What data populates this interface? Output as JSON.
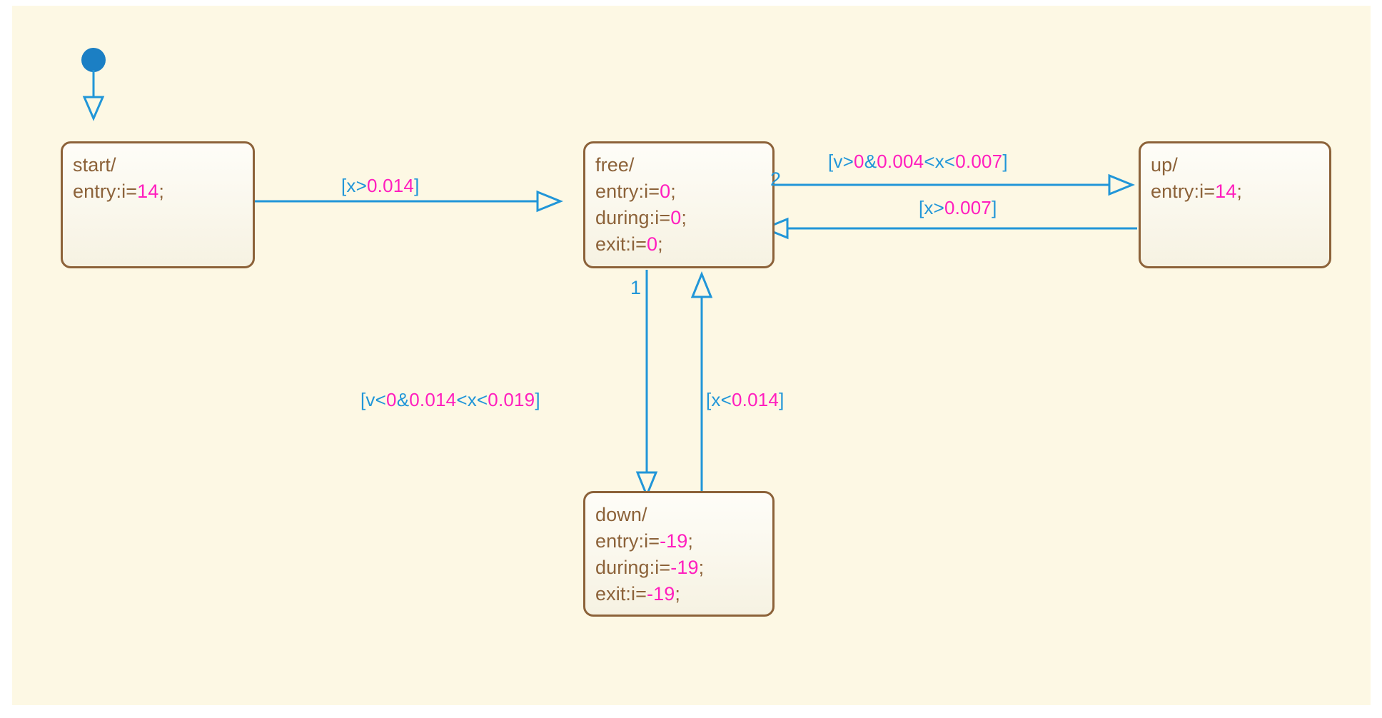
{
  "diagram": {
    "type": "stateflow-chart",
    "background_color": "#FDF8E4",
    "state_border_color": "#8C6239",
    "state_text_color": "#8C6239",
    "number_literal_color": "#FF1EBE",
    "transition_color": "#2196D8",
    "initial_node_color": "#1B7FC4"
  },
  "states": {
    "start": {
      "name": "start/",
      "actions": [
        {
          "prefix": "entry:i=",
          "value": "14",
          "suffix": ";"
        }
      ]
    },
    "free": {
      "name": "free/",
      "actions": [
        {
          "prefix": "entry:i=",
          "value": "0",
          "suffix": ";"
        },
        {
          "prefix": "during:i=",
          "value": "0",
          "suffix": ";"
        },
        {
          "prefix": "exit:i=",
          "value": "0",
          "suffix": ";"
        }
      ]
    },
    "up": {
      "name": "up/",
      "actions": [
        {
          "prefix": "entry:i=",
          "value": "14",
          "suffix": ";"
        }
      ]
    },
    "down": {
      "name": "down/",
      "actions": [
        {
          "prefix": "entry:i=",
          "value": "-19",
          "suffix": ";"
        },
        {
          "prefix": "during:i=",
          "value": "-19",
          "suffix": ";"
        },
        {
          "prefix": "exit:i=",
          "value": "-19",
          "suffix": ";"
        }
      ]
    }
  },
  "transitions": {
    "start_to_free": {
      "from": "start",
      "to": "free",
      "label_open": "[x>",
      "label_value": "0.014",
      "label_close": "]"
    },
    "free_to_up": {
      "from": "free",
      "to": "up",
      "order": "2",
      "label_open": "[v>",
      "label_v1": "0",
      "label_mid1": "&",
      "label_v2": "0.004",
      "label_mid2": "<x<",
      "label_v3": "0.007",
      "label_close": "]"
    },
    "up_to_free": {
      "from": "up",
      "to": "free",
      "label_open": "[x>",
      "label_value": "0.007",
      "label_close": "]"
    },
    "free_to_down": {
      "from": "free",
      "to": "down",
      "order": "1",
      "label_open": "[v<",
      "label_v1": "0",
      "label_mid1": "&",
      "label_v2": "0.014",
      "label_mid2": "<x<",
      "label_v3": "0.019",
      "label_close": "]"
    },
    "down_to_free": {
      "from": "down",
      "to": "free",
      "label_open": "[x<",
      "label_value": "0.014",
      "label_close": "]"
    }
  }
}
